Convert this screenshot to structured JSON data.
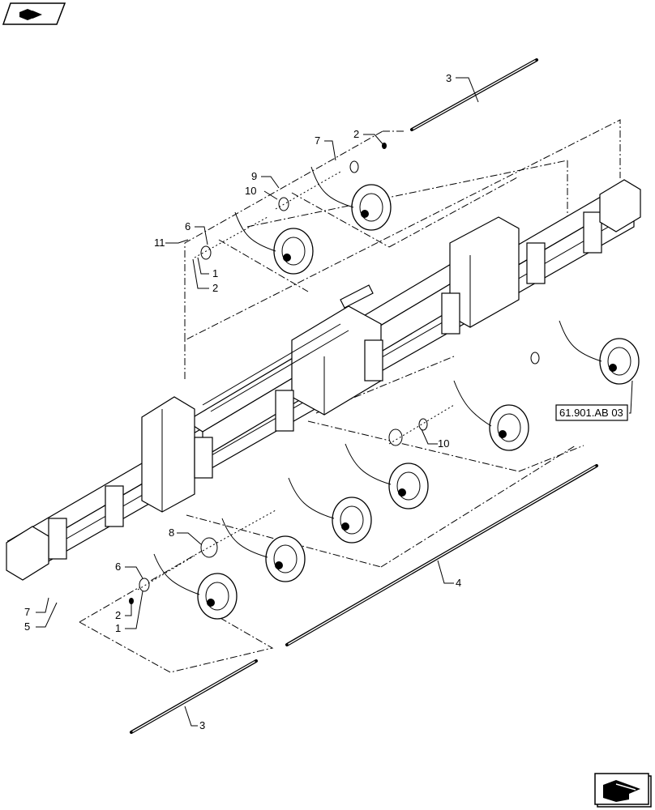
{
  "callouts": [
    {
      "id": "c3_top",
      "text": "3"
    },
    {
      "id": "c2_top",
      "text": "2"
    },
    {
      "id": "c7_top",
      "text": "7"
    },
    {
      "id": "c9",
      "text": "9"
    },
    {
      "id": "c10_top",
      "text": "10"
    },
    {
      "id": "c6_top",
      "text": "6"
    },
    {
      "id": "c11",
      "text": "11"
    },
    {
      "id": "c1_top",
      "text": "1"
    },
    {
      "id": "c2_mid",
      "text": "2"
    },
    {
      "id": "c10_mid",
      "text": "10"
    },
    {
      "id": "c8",
      "text": "8"
    },
    {
      "id": "c6_bot",
      "text": "6"
    },
    {
      "id": "c2_bot",
      "text": "2"
    },
    {
      "id": "c1_bot",
      "text": "1"
    },
    {
      "id": "c7_bot",
      "text": "7"
    },
    {
      "id": "c5",
      "text": "5"
    },
    {
      "id": "c4",
      "text": "4"
    },
    {
      "id": "c3_bot",
      "text": "3"
    }
  ],
  "reference_box": {
    "text": "61.901.AB 03"
  },
  "icons": {
    "top_left": "book-navigation-icon",
    "bottom_right": "next-page-arrow-icon"
  }
}
